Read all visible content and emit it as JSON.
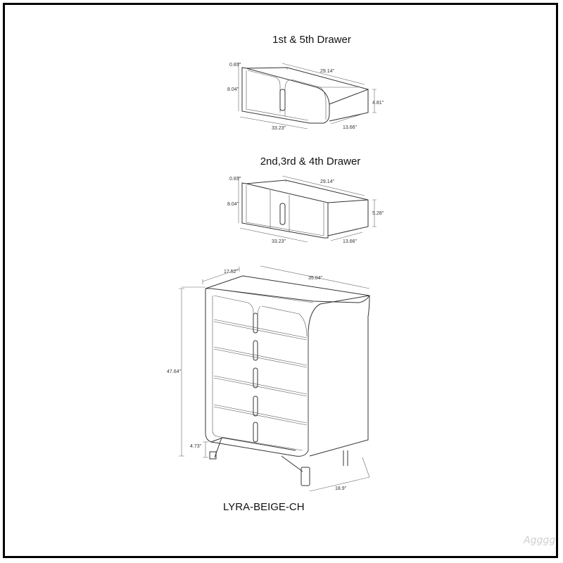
{
  "drawer_top": {
    "title": "1st & 5th Drawer",
    "dims": {
      "front_thickness": "0.83\"",
      "depth": "29.14\"",
      "front_height": "8.04\"",
      "side_height": "4.81\"",
      "front_width": "33.23\"",
      "inner_width": "13.66\""
    }
  },
  "drawer_mid": {
    "title": "2nd,3rd & 4th Drawer",
    "dims": {
      "front_thickness": "0.83\"",
      "depth": "29.14\"",
      "front_height": "8.04\"",
      "side_height": "5.28\"",
      "front_width": "33.23\"",
      "inner_width": "13.66\""
    }
  },
  "chest": {
    "dims": {
      "depth": "17.52\"",
      "width": "35.04\"",
      "height": "47.64\"",
      "leg_height": "4.73\"",
      "leg_span": "18.9\""
    }
  },
  "model_label": "LYRA-BEIGE-CH",
  "watermark": "Agggg"
}
